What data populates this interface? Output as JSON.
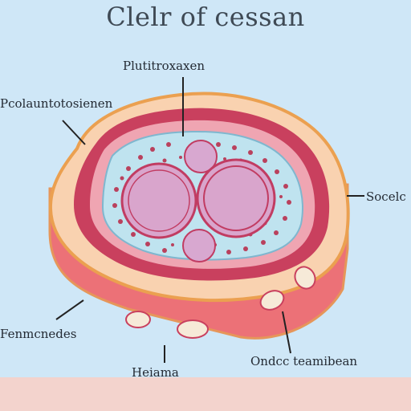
{
  "diagram": {
    "title": "Clelr of cessan",
    "labels": {
      "top": "Plutitroxaxen",
      "top_left": "Pcolauntotosienen",
      "right": "Socelc",
      "bottom_left": "Fenmcnedes",
      "bottom": "Heiama",
      "bottom_right": "Ondcc teamibean"
    }
  },
  "colors": {
    "background": "#cfe7f7",
    "bottom_band": "#f3d3cd",
    "outer_ring": "#f7c9a6",
    "side_wall": "#ec7177",
    "red_ring": "#c9405e",
    "pink_band": "#f2b3be",
    "interior": "#bfe3ef",
    "nucleus": "#d9a5cc",
    "dots": "#b9415d"
  },
  "icons": {
    "leader_lines": "line",
    "organelles": "circle"
  }
}
